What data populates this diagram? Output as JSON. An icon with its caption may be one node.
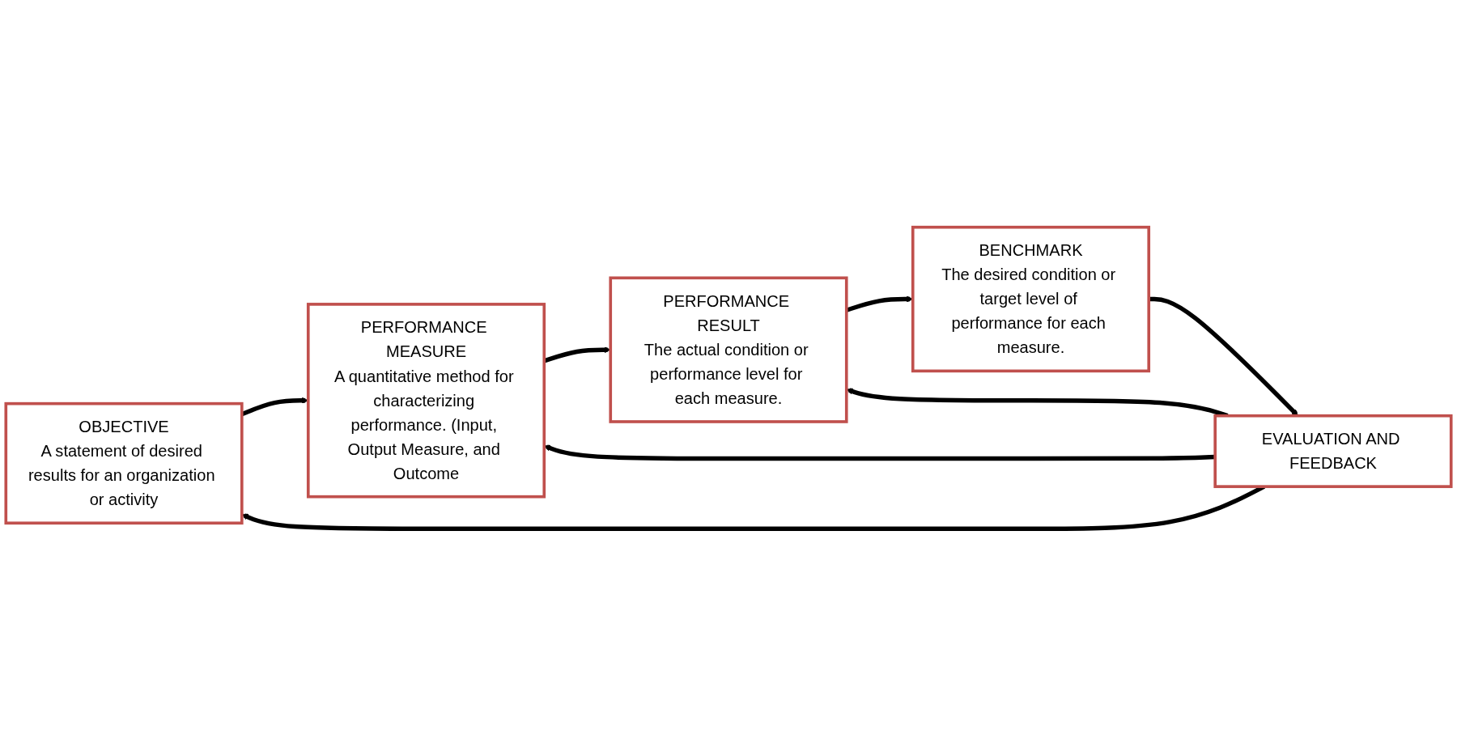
{
  "diagram": {
    "nodes": [
      {
        "text": [
          "OBJECTIVE",
          "A statement of desired results for an organization or activity"
        ]
      },
      {
        "text": [
          "PERFORMANCE MEASURE",
          "A quantitative method for characterizing performance. (Input, Output Measure, and Outcome"
        ]
      },
      {
        "text": [
          "PERFORMANCE RESULT",
          "The actual condition or performance level for each measure."
        ]
      },
      {
        "text": [
          "BENCHMARK",
          "The desired condition or target level of performance for each measure."
        ]
      },
      {
        "text": [
          "EVALUATION AND FEEDBACK"
        ]
      }
    ],
    "edges": [
      {
        "from": 0,
        "to": 1,
        "arrow": "to"
      },
      {
        "from": 1,
        "to": 2,
        "arrow": "to"
      },
      {
        "from": 2,
        "to": 3,
        "arrow": "to"
      },
      {
        "from": 3,
        "to": 4,
        "arrow": "to"
      },
      {
        "from": 4,
        "to": 0,
        "arrow": "to"
      },
      {
        "from": 4,
        "to": 1,
        "arrow": "to"
      },
      {
        "from": 4,
        "to": 2,
        "arrow": "to"
      }
    ]
  }
}
